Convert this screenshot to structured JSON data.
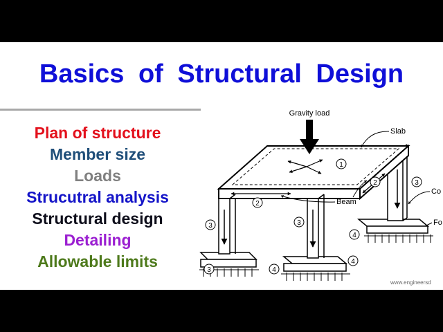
{
  "title": {
    "text": "Basics of Structural Design",
    "color": "#0f0fd8"
  },
  "topics": [
    {
      "label": "Plan of structure",
      "color": "#e3101c"
    },
    {
      "label": "Member size",
      "color": "#1f4e79"
    },
    {
      "label": "Loads",
      "color": "#808080"
    },
    {
      "label": "Strucutral analysis",
      "color": "#1414c8"
    },
    {
      "label": "Structural design",
      "color": "#0d0d1a"
    },
    {
      "label": "Detailing",
      "color": "#9b1fd1"
    },
    {
      "label": "Allowable limits",
      "color": "#4e7a1c"
    }
  ],
  "diagram": {
    "gravity_load": "Gravity load",
    "slab": "Slab",
    "beam": "Beam",
    "column": "Co",
    "footing": "Fo",
    "markers": [
      "1",
      "2",
      "2",
      "3",
      "3",
      "3",
      "3",
      "4",
      "4",
      "4"
    ],
    "watermark": "www.engineersd"
  }
}
